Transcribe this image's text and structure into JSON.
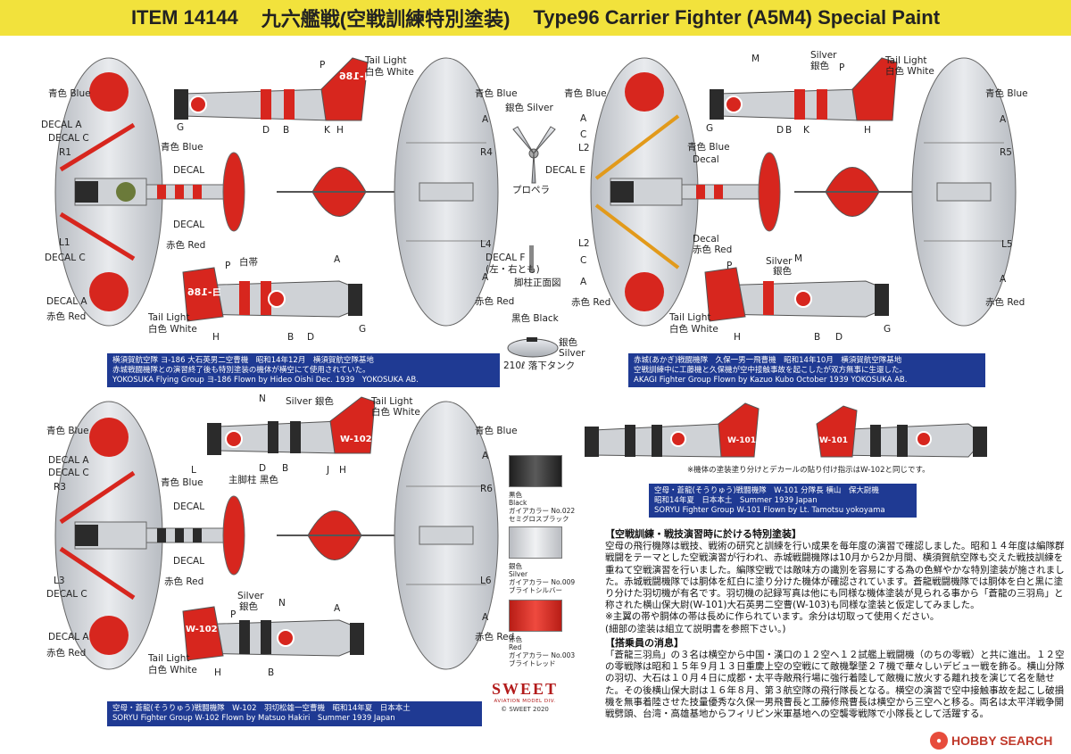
{
  "header": {
    "item": "ITEM 14144",
    "jp_title": "九六艦戦(空戦訓練特別塗装)",
    "en_title": "Type96 Carrier Fighter (A5M4) Special Paint"
  },
  "labels": {
    "blue": "青色 Blue",
    "red": "赤色 Red",
    "decal": "DECAL",
    "decal_a": "DECAL A",
    "decal_c": "DECAL C",
    "decal_upper": "Decal",
    "tail_light": "Tail Light",
    "white": "白色 White",
    "silver": "Silver",
    "silver_jp": "銀色",
    "silver_jp_en": "銀色 Silver",
    "silver_en_jp": "Silver 銀色",
    "white_band": "白帯",
    "decal_e": "DECAL E",
    "propeller": "プロペラ",
    "decal_f": "DECAL F",
    "decal_f_sub": "(左・右とも)",
    "strut_front": "脚柱正面図",
    "black": "黒色 Black",
    "silver_tank": "銀色",
    "silver_tank_en": "Silver",
    "drop_tank": "210ℓ 落下タンク",
    "main_strut_black": "主脚柱 黒色",
    "letters": {
      "P": "P",
      "H": "H",
      "K": "K",
      "D": "D",
      "B": "B",
      "G": "G",
      "A": "A",
      "M": "M",
      "N": "N",
      "J": "J",
      "L": "L",
      "C": "C",
      "R1": "R1",
      "L1": "L1",
      "R4": "R4",
      "L4": "L4",
      "L2": "L2",
      "R5": "R5",
      "L5": "L5",
      "R3": "R3",
      "L3": "L3",
      "R6": "R6",
      "L6": "L6"
    }
  },
  "markings": {
    "m1": "ヨ-186",
    "m2": "W-102",
    "m3": "W-101"
  },
  "captions": {
    "c1": {
      "l1": "横須賀航空隊 ヨ-186 大石英男二空曹機　昭和14年12月　横須賀航空隊基地",
      "l2": "赤城戦闘機隊との演習終了後も特別塗装の機体が横空にて使用されていた。",
      "l3": "YOKOSUKA Flying Group ヨ-186 Flown by Hideo Oishi Dec. 1939　YOKOSUKA AB."
    },
    "c2": {
      "l1": "赤城(あかぎ)戦闘機隊　久保一男一飛曹機　昭和14年10月　横須賀航空隊基地",
      "l2": "空戦訓練中に工藤機と久保機が空中接触事故を起こしたが双方無事に生還した。",
      "l3": "AKAGI Fighter Group Flown by Kazuo Kubo October 1939 YOKOSUKA AB."
    },
    "c3": {
      "l1": "空母・蒼龍(そうりゅう)戦闘機隊　W-101 分隊長 横山　保大尉機",
      "l2": "昭和14年夏　日本本土　Summer 1939 Japan",
      "l3": "SORYU Fighter Group W-101 Flown by Lt. Tamotsu yokoyama"
    },
    "c4": {
      "l1": "空母・蒼龍(そうりゅう)戦闘機隊　W-102　羽切松雄一空曹機　昭和14年夏　日本本土",
      "l2": "SORYU Fighter Group W-102 Flown by Matsuo Hakiri　Summer 1939 Japan"
    }
  },
  "colors_legend": [
    {
      "jp": "黒色",
      "en": "Black",
      "code": "ガイアカラー No.022",
      "name": "セミグロスブラック",
      "hex": "#2b2b2b"
    },
    {
      "jp": "銀色",
      "en": "Silver",
      "code": "ガイアカラー No.009",
      "name": "ブライトシルバー",
      "hex": "#cfd2d6"
    },
    {
      "jp": "赤色",
      "en": "Red",
      "code": "ガイアカラー No.003",
      "name": "ブライトレッド",
      "hex": "#d7261e"
    }
  ],
  "notes": {
    "w101_note": "※機体の塗装塗り分けとデカールの貼り付け指示はW-102と同じです。"
  },
  "article": {
    "h1": "【空戦訓練・戦技演習時に於ける特別塗装】",
    "p1": "空母の飛行機隊は戦技、戦術の研究と訓練を行い成果を毎年度の演習で確認しました。昭和１４年度は編隊群戦闘をテーマとした空戦演習が行われ、赤城戦闘機隊は10月から2か月間、横須賀航空隊も交えた戦技訓練を重ねて空戦演習を行いました。編隊空戦では敵味方の識別を容易にする為の色鮮やかな特別塗装が施されました。赤城戦闘機隊では胴体を紅白に塗り分けた機体が確認されています。蒼龍戦闘機隊では胴体を白と黒に塗り分けた羽切機が有名です。羽切機の記録写真は他にも同様な機体塗装が見られる事から「蒼龍の三羽烏」と称された横山保大尉(W-101)大石英男二空曹(W-103)も同様な塗装と仮定してみました。",
    "p1b": "※主翼の帯や胴体の帯は長めに作られています。余分は切取って使用ください。",
    "p1c": "(細部の塗装は組立て説明書を参照下さい。)",
    "h2": "【搭乗員の消息】",
    "p2": "「蒼龍三羽烏」の３名は横空から中国・漢口の１２空へ１２試艦上戦闘機（のちの零戦）と共に進出。１２空の零戦隊は昭和１５年９月１３日重慶上空の空戦にて敵機撃墜２７機で華々しいデビュー戦を飾る。横山分隊の羽切、大石は１０月４日に成都・太平寺敵飛行場に強行着陸して敵機に放火する離れ技を演じて名を馳せた。その後横山保大尉は１６年８月、第３航空隊の飛行隊長となる。横空の演習で空中接触事故を起こし破損機を無事着陸させた技量優秀な久保一男飛曹長と工藤修飛曹長は横空から三空へと移る。両名は太平洋戦争開戦劈頭、台湾・高雄基地からフィリピン米軍基地への空襲零戦隊で小隊長として活躍する。"
  },
  "brand": {
    "name": "SWEET",
    "division": "AVIATION MODEL DIV.",
    "copyright": "© SWEET 2020"
  },
  "watermark": "HOBBY SEARCH"
}
